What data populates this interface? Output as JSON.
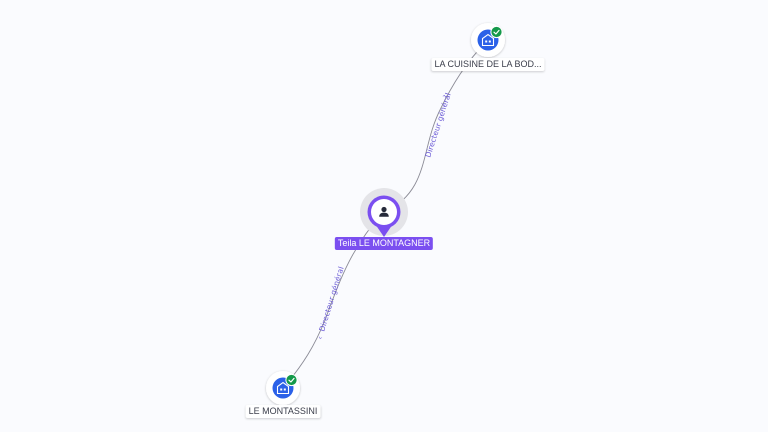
{
  "colors": {
    "accent": "#7b4ff0",
    "company_icon": "#2b61e8",
    "verified_badge": "#14994a",
    "edge": "#8a8a95",
    "edge_label": "#6b5bd6",
    "background": "#fafbfe"
  },
  "nodes": {
    "person": {
      "label": "Teila LE MONTAGNER",
      "icon": "person-icon"
    },
    "company_top": {
      "label": "LA CUISINE DE LA BOD...",
      "icon": "company-icon",
      "badge": "verified-check-icon"
    },
    "company_bottom": {
      "label": "LE MONTASSINI",
      "icon": "company-icon",
      "badge": "verified-check-icon"
    }
  },
  "edges": {
    "top": {
      "label": "Directeur général"
    },
    "bottom": {
      "label": "Directeur général"
    }
  }
}
